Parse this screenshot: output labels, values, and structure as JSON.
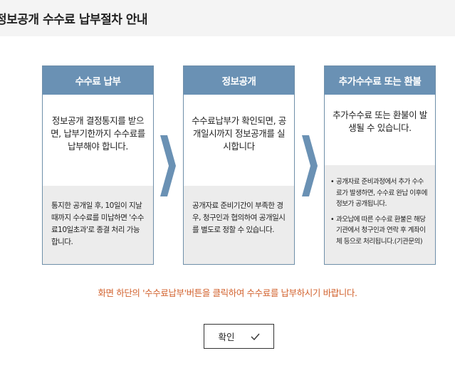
{
  "header": {
    "title": "정보공개 수수료 납부절차 안내"
  },
  "steps": [
    {
      "title": "수수료 납부",
      "main_text": "정보공개 결정통지를 받으면, 납부기한까지 수수료를 납부해야 합니다.",
      "sub_text": "통지한 공개일 후, 10일이 지날 때까지 수수료를 미납하면 '수수료10일초과'로 종결 처리 가능합니다."
    },
    {
      "title": "정보공개",
      "main_text": "수수료납부가 확인되면, 공개일시까지 정보공개를 실시합니다",
      "sub_text": "공개자료 준비기간이 부족한 경우, 청구인과 협의하여 공개일시를 별도로 정할 수 있습니다."
    },
    {
      "title": "추가수수료 또는 환불",
      "main_text": "추가수수료 또는 환불이 발생될 수 있습니다.",
      "bullets": [
        "공개자료 준비과정에서 추가 수수료가 발생하면, 수수료 완납 이후에 정보가 공개됩니다.",
        "과오납에 따른 수수료 환불은 해당기관에서 청구인과 연락 후 계좌이체 등으로 처리됩니다.(기관문의)"
      ]
    }
  ],
  "notice": "화면 하단의 '수수료납부'버튼을 클릭하여 수수료를 납부하시기 바랍니다.",
  "confirm_button": {
    "label": "확인"
  },
  "colors": {
    "card_header": "#6a91b4",
    "arrow": "#6a91b4",
    "notice": "#d2622e",
    "card_bottom_bg": "#ececec"
  },
  "icons": {
    "arrow": "chevron-right-icon",
    "confirm": "check-icon"
  }
}
